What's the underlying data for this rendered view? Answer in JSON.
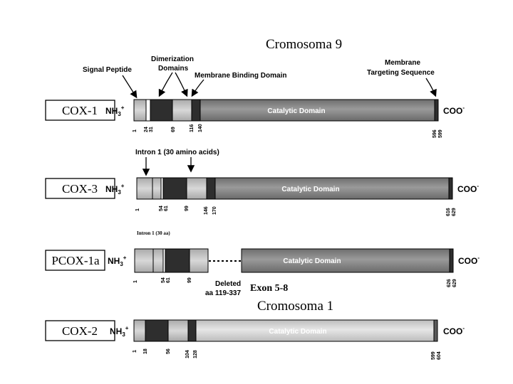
{
  "titles": {
    "chromosome_top": "Cromosoma 9",
    "chromosome_bottom": "Cromosoma 1"
  },
  "annotations": {
    "signal_peptide": "Signal Peptide",
    "dimerization_1": "Dimerization",
    "dimerization_2": "Domains",
    "membrane_binding": "Membrane Binding Domain",
    "membrane_targeting_1": "Membrane",
    "membrane_targeting_2": "Targeting Sequence",
    "intron_cox3": "Intron 1 (30 amino acids)",
    "intron_pcox": "Intron 1 (30 aa)",
    "deleted_1": "Deleted",
    "deleted_2": "aa 119-337",
    "exon": "Exon 5-8"
  },
  "common": {
    "n_terminus": "NH",
    "n_sub": "3",
    "n_sup": "+",
    "c_terminus": "COO",
    "c_sup": "-",
    "catalytic": "Catalytic Domain"
  },
  "proteins": [
    {
      "name": "COX-1",
      "ticks": [
        "1",
        "24",
        "31",
        "69",
        "116",
        "140",
        "596",
        "599"
      ]
    },
    {
      "name": "COX-3",
      "ticks": [
        "1",
        "54",
        "61",
        "99",
        "146",
        "170",
        "616",
        "629"
      ]
    },
    {
      "name": "PCOX-1a",
      "ticks": [
        "1",
        "54",
        "61",
        "99",
        "626",
        "629"
      ]
    },
    {
      "name": "COX-2",
      "ticks": [
        "1",
        "18",
        "56",
        "104",
        "128",
        "599",
        "604"
      ]
    }
  ],
  "colors": {
    "dark": "#2c2c2c",
    "light": "#c4c4c4",
    "catalytic": "#8a8a8a",
    "cox2_catalytic": "#d6d6d6",
    "line": "#000000"
  }
}
